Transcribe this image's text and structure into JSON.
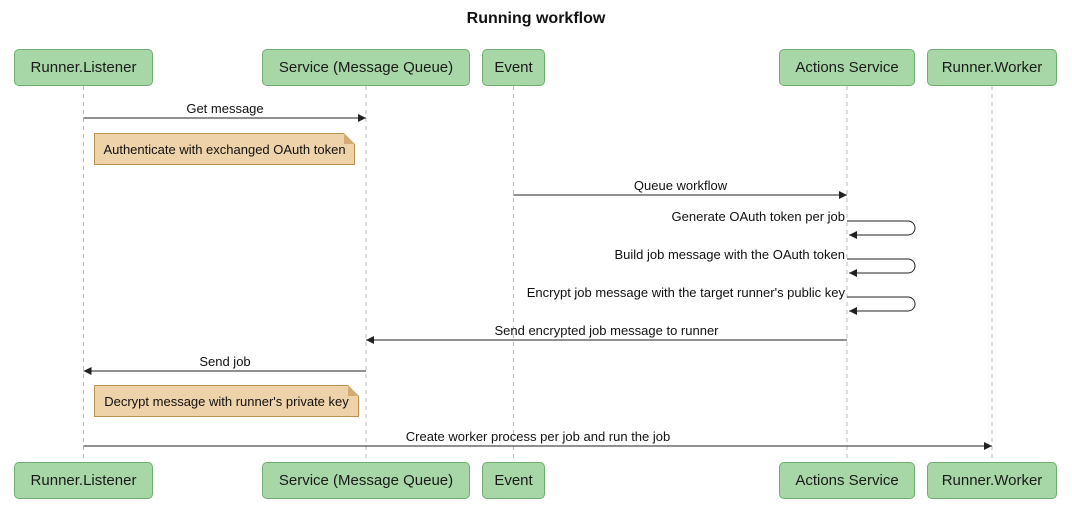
{
  "title": "Running workflow",
  "participants": [
    {
      "label": "Runner.Listener"
    },
    {
      "label": "Service (Message Queue)"
    },
    {
      "label": "Event"
    },
    {
      "label": "Actions Service"
    },
    {
      "label": "Runner.Worker"
    }
  ],
  "messages": [
    {
      "text": "Get message",
      "from": "Runner.Listener",
      "to": "Service (Message Queue)"
    },
    {
      "text": "Queue workflow",
      "from": "Event",
      "to": "Actions Service"
    },
    {
      "text": "Generate OAuth token per job",
      "from": "Actions Service",
      "to": "Actions Service"
    },
    {
      "text": "Build job message with the OAuth token",
      "from": "Actions Service",
      "to": "Actions Service"
    },
    {
      "text": "Encrypt job message with the target runner's public key",
      "from": "Actions Service",
      "to": "Actions Service"
    },
    {
      "text": "Send encrypted job message to runner",
      "from": "Actions Service",
      "to": "Service (Message Queue)"
    },
    {
      "text": "Send job",
      "from": "Service (Message Queue)",
      "to": "Runner.Listener"
    },
    {
      "text": "Create worker process per job and run the job",
      "from": "Runner.Listener",
      "to": "Runner.Worker"
    }
  ],
  "notes": [
    {
      "text": "Authenticate with exchanged OAuth token",
      "over": "Runner.Listener"
    },
    {
      "text": "Decrypt message with runner's private key",
      "over": "Runner.Listener"
    }
  ],
  "colors": {
    "participant_fill": "#a7d7a7",
    "participant_border": "#6fae6f",
    "note_fill": "#eed2a9",
    "note_border": "#b9924f",
    "lifeline": "#bbbbbb",
    "arrow": "#222222"
  }
}
